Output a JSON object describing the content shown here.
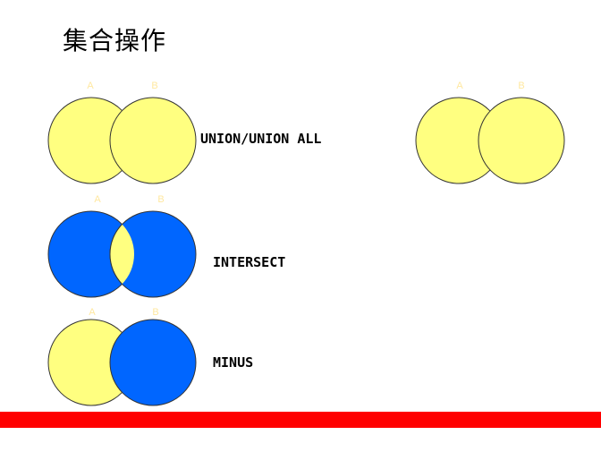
{
  "title": "集合操作",
  "letters": {
    "a": "A",
    "b": "B"
  },
  "operations": {
    "union": "UNION/UNION ALL",
    "intersect": "INTERSECT",
    "minus": "MINUS"
  },
  "colors": {
    "yellow": "#FFFF80",
    "blue": "#0066FF",
    "stroke": "#333333",
    "letter": "#FFE8A0",
    "bar": "#FF0000"
  }
}
